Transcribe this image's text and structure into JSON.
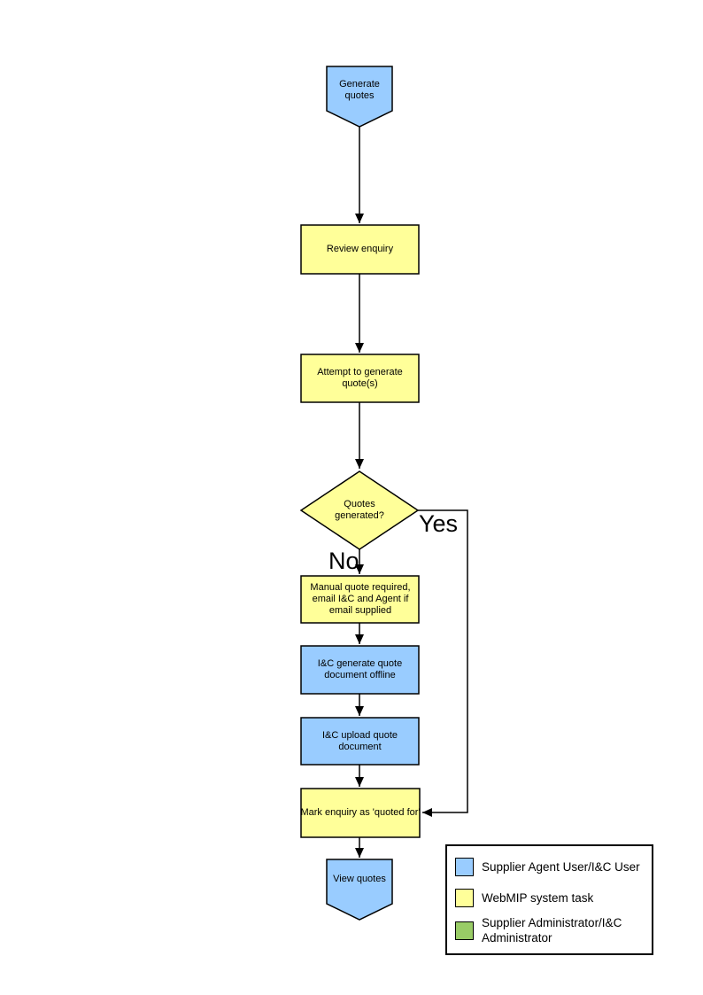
{
  "flow": {
    "nodes": [
      {
        "id": "start",
        "label": "Generate quotes",
        "shape": "offpage-connector",
        "fill": "#99CCFF"
      },
      {
        "id": "review",
        "label": "Review enquiry",
        "shape": "rect",
        "fill": "#FFFF99"
      },
      {
        "id": "attempt",
        "label": "Attempt to generate quote(s)",
        "shape": "rect",
        "fill": "#FFFF99"
      },
      {
        "id": "decision",
        "label": "Quotes generated?",
        "shape": "diamond",
        "fill": "#FFFF99"
      },
      {
        "id": "manual",
        "label": "Manual quote required, email I&C and Agent if email supplied",
        "shape": "rect",
        "fill": "#FFFF99"
      },
      {
        "id": "offline",
        "label": "I&C generate quote document offline",
        "shape": "rect",
        "fill": "#99CCFF"
      },
      {
        "id": "upload",
        "label": "I&C upload quote document",
        "shape": "rect",
        "fill": "#99CCFF"
      },
      {
        "id": "mark",
        "label": "Mark enquiry as 'quoted for'",
        "shape": "rect",
        "fill": "#FFFF99"
      },
      {
        "id": "end",
        "label": "View quotes",
        "shape": "offpage-connector",
        "fill": "#99CCFF"
      }
    ],
    "branch_labels": {
      "yes": "Yes",
      "no": "No"
    }
  },
  "legend": {
    "items": [
      {
        "label": "Supplier Agent User/I&C User",
        "color": "#99CCFF"
      },
      {
        "label": "WebMIP system task",
        "color": "#FFFF99"
      },
      {
        "label": "Supplier Administrator/I&C Administrator",
        "color": "#99CC66"
      }
    ]
  },
  "colors": {
    "line": "#000000",
    "text": "#000000",
    "background": "#FFFFFF"
  }
}
